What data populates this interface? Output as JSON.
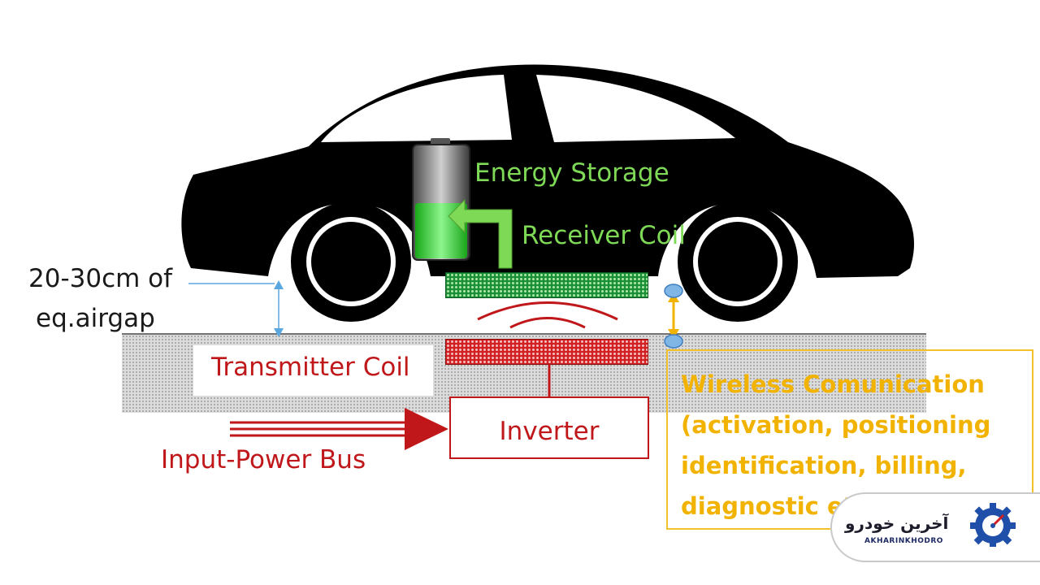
{
  "labels": {
    "energy_storage": "Energy Storage",
    "receiver_coil": "Receiver Coil",
    "transmitter_coil": "Transmitter Coil",
    "inverter": "Inverter",
    "input_power_bus": "Input-Power Bus",
    "airgap_line1": "20-30cm of",
    "airgap_line2": "eq.airgap"
  },
  "wireless_comm": {
    "line1": "Wireless Comunication",
    "line2": "(activation, positioning",
    "line3": "identification, billing,",
    "line4": "diagnostic etc.)"
  },
  "logo": {
    "persian": "آخرین خودرو",
    "latin": "AKHARINKHODRO"
  },
  "colors": {
    "car": "#000000",
    "receiver": "#1b8f35",
    "transmitter": "#d21f22",
    "label_green": "#7ed957",
    "label_red": "#c0171a",
    "comm": "#f2b300",
    "indicator_blue": "#5aa7e0"
  },
  "icons": {
    "battery": "battery-icon",
    "gear": "gear-icon"
  },
  "battery": {
    "charge_level": 0.5
  }
}
